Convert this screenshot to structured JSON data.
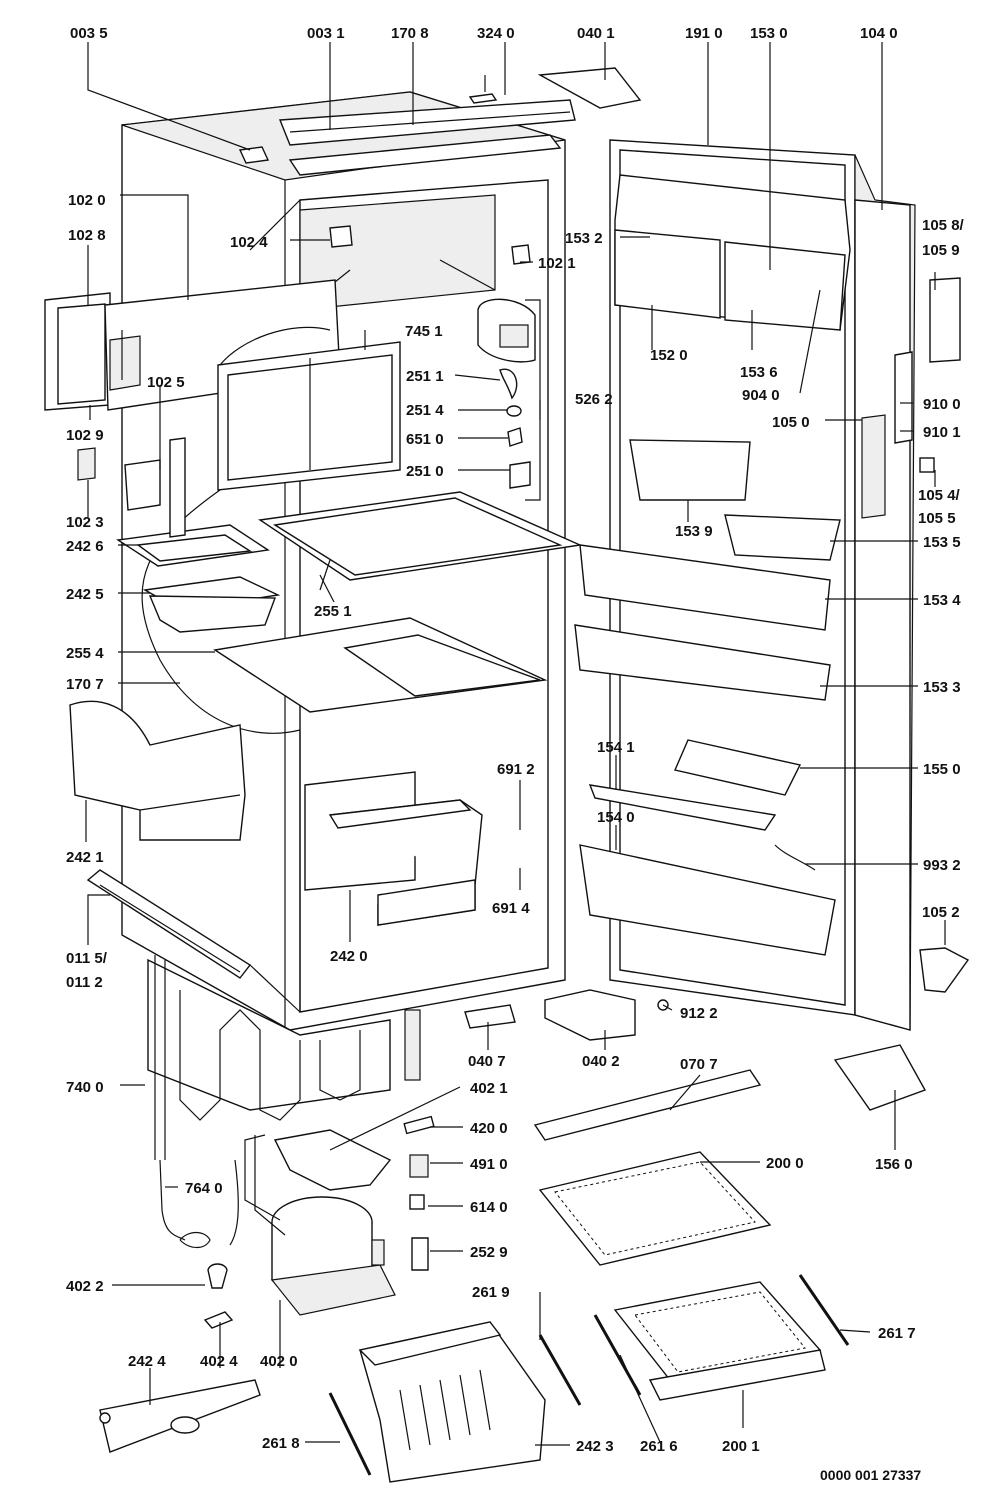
{
  "diagram": {
    "reference_number": "0000 001 27337",
    "parts": [
      {
        "code": "003 5"
      },
      {
        "code": "003 1"
      },
      {
        "code": "170 8"
      },
      {
        "code": "324 0"
      },
      {
        "code": "040 1"
      },
      {
        "code": "191 0"
      },
      {
        "code": "153 0"
      },
      {
        "code": "104 0"
      },
      {
        "code": "102 0"
      },
      {
        "code": "102 8"
      },
      {
        "code": "102 4"
      },
      {
        "code": "102 1"
      },
      {
        "code": "153 2"
      },
      {
        "code": "105 8/"
      },
      {
        "code": "105 9"
      },
      {
        "code": "745  1"
      },
      {
        "code": "102 5"
      },
      {
        "code": "251 1"
      },
      {
        "code": "526 2"
      },
      {
        "code": "152 0"
      },
      {
        "code": "153 6"
      },
      {
        "code": "904 0"
      },
      {
        "code": "251 4"
      },
      {
        "code": "102 9"
      },
      {
        "code": "910 0"
      },
      {
        "code": "105 0"
      },
      {
        "code": "651 0"
      },
      {
        "code": "910 1"
      },
      {
        "code": "251 0"
      },
      {
        "code": "105 4/"
      },
      {
        "code": "105 5"
      },
      {
        "code": "102 3"
      },
      {
        "code": "153 9"
      },
      {
        "code": "242 6"
      },
      {
        "code": "153 5"
      },
      {
        "code": "242 5"
      },
      {
        "code": "153 4"
      },
      {
        "code": "255 1"
      },
      {
        "code": "255 4"
      },
      {
        "code": "153 3"
      },
      {
        "code": "170 7"
      },
      {
        "code": "154 1"
      },
      {
        "code": "691 2"
      },
      {
        "code": "155 0"
      },
      {
        "code": "154 0"
      },
      {
        "code": "242 1"
      },
      {
        "code": "993 2"
      },
      {
        "code": "691 4"
      },
      {
        "code": "105 2"
      },
      {
        "code": "011 5/"
      },
      {
        "code": "011 2"
      },
      {
        "code": "242 0"
      },
      {
        "code": "912 2"
      },
      {
        "code": "040 7"
      },
      {
        "code": "040 2"
      },
      {
        "code": "070 7"
      },
      {
        "code": "740 0"
      },
      {
        "code": "402 1"
      },
      {
        "code": "420 0"
      },
      {
        "code": "156 0"
      },
      {
        "code": "491 0"
      },
      {
        "code": "200 0"
      },
      {
        "code": "764 0"
      },
      {
        "code": "614 0"
      },
      {
        "code": "252 9"
      },
      {
        "code": "402 2"
      },
      {
        "code": "261 9"
      },
      {
        "code": "261 7"
      },
      {
        "code": "242 4"
      },
      {
        "code": "402 4"
      },
      {
        "code": "402 0"
      },
      {
        "code": "261 8"
      },
      {
        "code": "242 3"
      },
      {
        "code": "261 6"
      },
      {
        "code": "200 1"
      }
    ]
  }
}
